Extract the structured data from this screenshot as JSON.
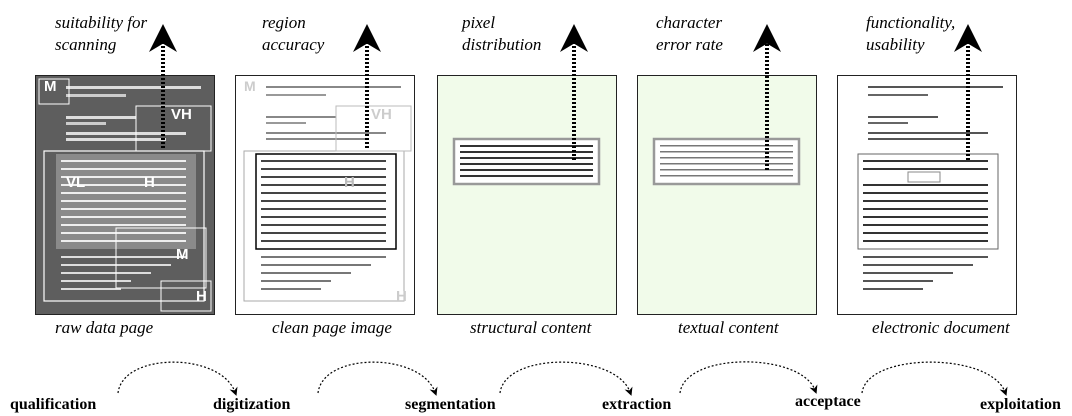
{
  "metrics": [
    "suitability for\nscanning",
    "region\naccuracy",
    "pixel\ndistribution",
    "character\nerror rate",
    "functionality,\nusability"
  ],
  "products": [
    "raw data page",
    "clean page image",
    "structural content",
    "textual content",
    "electronic document"
  ],
  "stages": [
    "qualification",
    "digitization",
    "segmentation",
    "extraction",
    "acceptace",
    "exploitation"
  ],
  "region_labels": {
    "raw": [
      "M",
      "VH",
      "VL",
      "H",
      "M",
      "H"
    ],
    "clean": [
      "M",
      "VH",
      "H",
      "H"
    ]
  },
  "colors": {
    "raw_bg": "#5e5e5e",
    "content_bg": "#f1fbea",
    "region_frame": "#9a9a9a"
  }
}
